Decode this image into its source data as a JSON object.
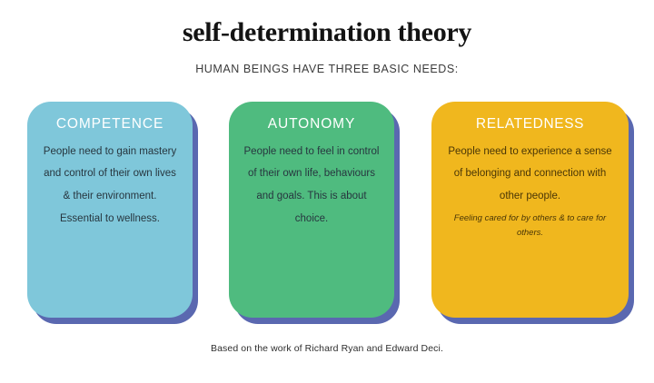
{
  "header": {
    "title": "self-determination theory",
    "subtitle": "HUMAN BEINGS HAVE THREE BASIC NEEDS:"
  },
  "cards": [
    {
      "heading": "COMPETENCE",
      "body": "People need to gain mastery and control of their own lives & their environment. Essential to wellness.",
      "note": "",
      "color": "#7fc7da",
      "heading_color": "#ffffff",
      "body_color": "#27363f"
    },
    {
      "heading": "AUTONOMY",
      "body": "People need to feel in control of their own life, behaviours and goals. This is about choice.",
      "note": "",
      "color": "#4fbb7f",
      "heading_color": "#ffffff",
      "body_color": "#27363f"
    },
    {
      "heading": "RELATEDNESS",
      "body": "People need to experience a sense of belonging and connection with other people.",
      "note": "Feeling cared for by others & to care for others.",
      "color": "#f0b71e",
      "heading_color": "#ffffff",
      "body_color": "#4a3606"
    }
  ],
  "shadow_color": "#5a68b0",
  "background_color": "#ffffff",
  "footer": {
    "attribution": "Based on the work of Richard Ryan and Edward Deci."
  }
}
